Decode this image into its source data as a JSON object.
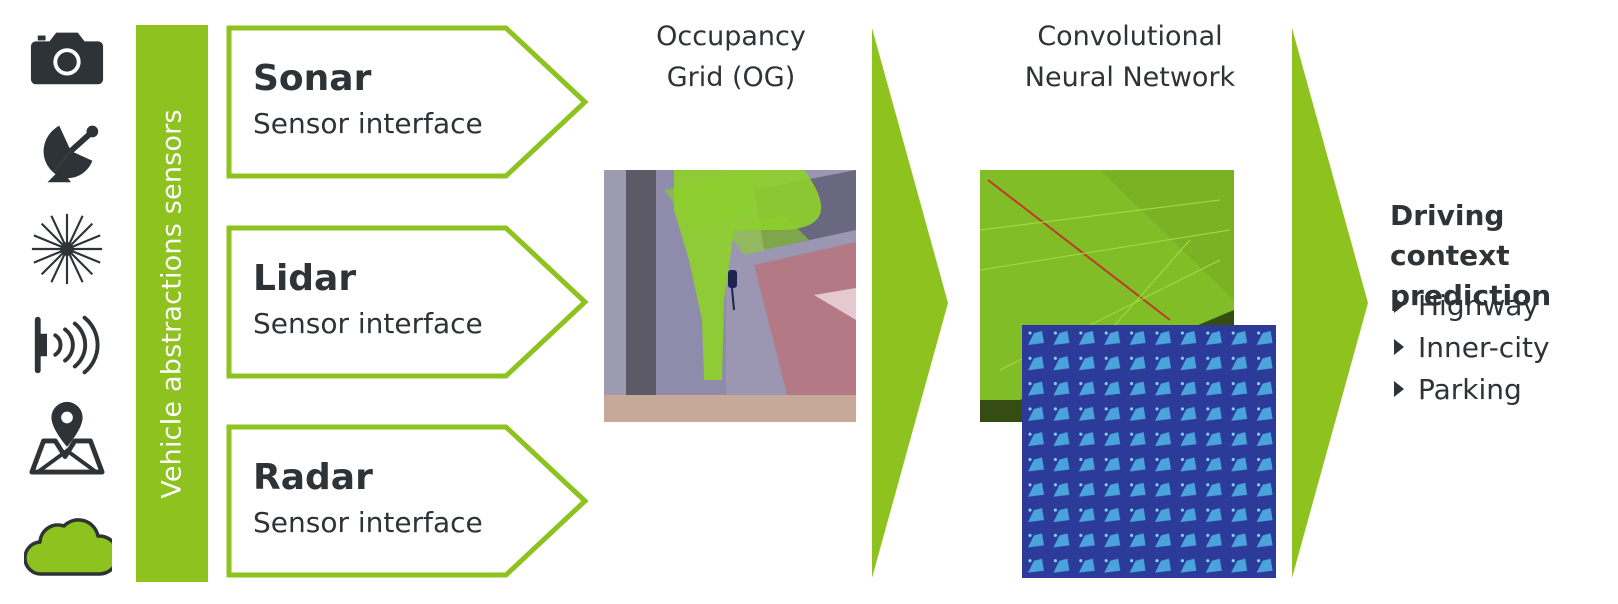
{
  "icons": [
    "camera-icon",
    "satellite-dish-icon",
    "laser-icon",
    "ultrasonic-sensor-icon",
    "map-pin-icon",
    "cloud-icon"
  ],
  "colors": {
    "accent": "#8dc21f",
    "text": "#2d3336",
    "icon": "#2d3336"
  },
  "sidebar": {
    "label": "Vehicle abstractions sensors"
  },
  "sensors": [
    {
      "title": "Sonar",
      "subtitle": "Sensor interface"
    },
    {
      "title": "Lidar",
      "subtitle": "Sensor interface"
    },
    {
      "title": "Radar",
      "subtitle": "Sensor interface"
    }
  ],
  "occupancy_grid": {
    "line1": "Occupancy",
    "line2": "Grid (OG)"
  },
  "cnn": {
    "line1": "Convolutional",
    "line2": "Neural Network"
  },
  "prediction": {
    "title_line1": "Driving context",
    "title_line2": "prediction",
    "items": [
      "Highway",
      "Inner-city",
      "Parking"
    ]
  }
}
